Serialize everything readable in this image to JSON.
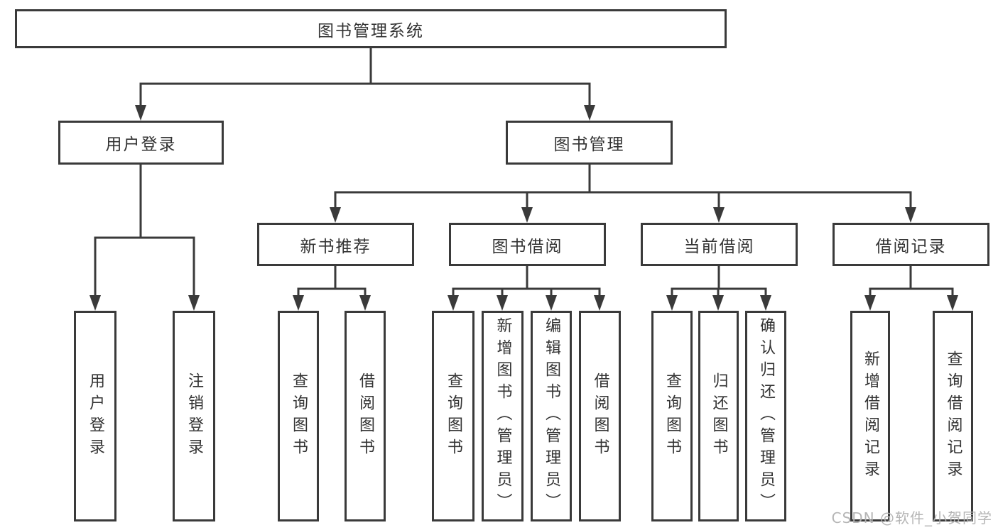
{
  "title": "图书管理系统",
  "watermark": {
    "text": "CSDN @软件_小贺同学"
  },
  "colors": {
    "background": "#ffffff",
    "line": "#3a3a3a",
    "border": "#3a3a3a",
    "text": "#333333",
    "watermark": "#b1b1b1"
  },
  "tree": {
    "root": {
      "label": "图书管理系统",
      "children": [
        {
          "label": "用户登录",
          "children": [
            {
              "label": "用户登录"
            },
            {
              "label": "注销登录"
            }
          ]
        },
        {
          "label": "图书管理",
          "children": [
            {
              "label": "新书推荐",
              "children": [
                {
                  "label": "查询图书"
                },
                {
                  "label": "借阅图书"
                }
              ]
            },
            {
              "label": "图书借阅",
              "children": [
                {
                  "label": "查询图书"
                },
                {
                  "label": "新增图书（管理员）"
                },
                {
                  "label": "编辑图书（管理员）"
                },
                {
                  "label": "借阅图书"
                }
              ]
            },
            {
              "label": "当前借阅",
              "children": [
                {
                  "label": "查询图书"
                },
                {
                  "label": "归还图书"
                },
                {
                  "label": "确认归还（管理员）"
                }
              ]
            },
            {
              "label": "借阅记录",
              "children": [
                {
                  "label": "新增借阅记录"
                },
                {
                  "label": "查询借阅记录"
                }
              ]
            }
          ]
        }
      ]
    }
  }
}
